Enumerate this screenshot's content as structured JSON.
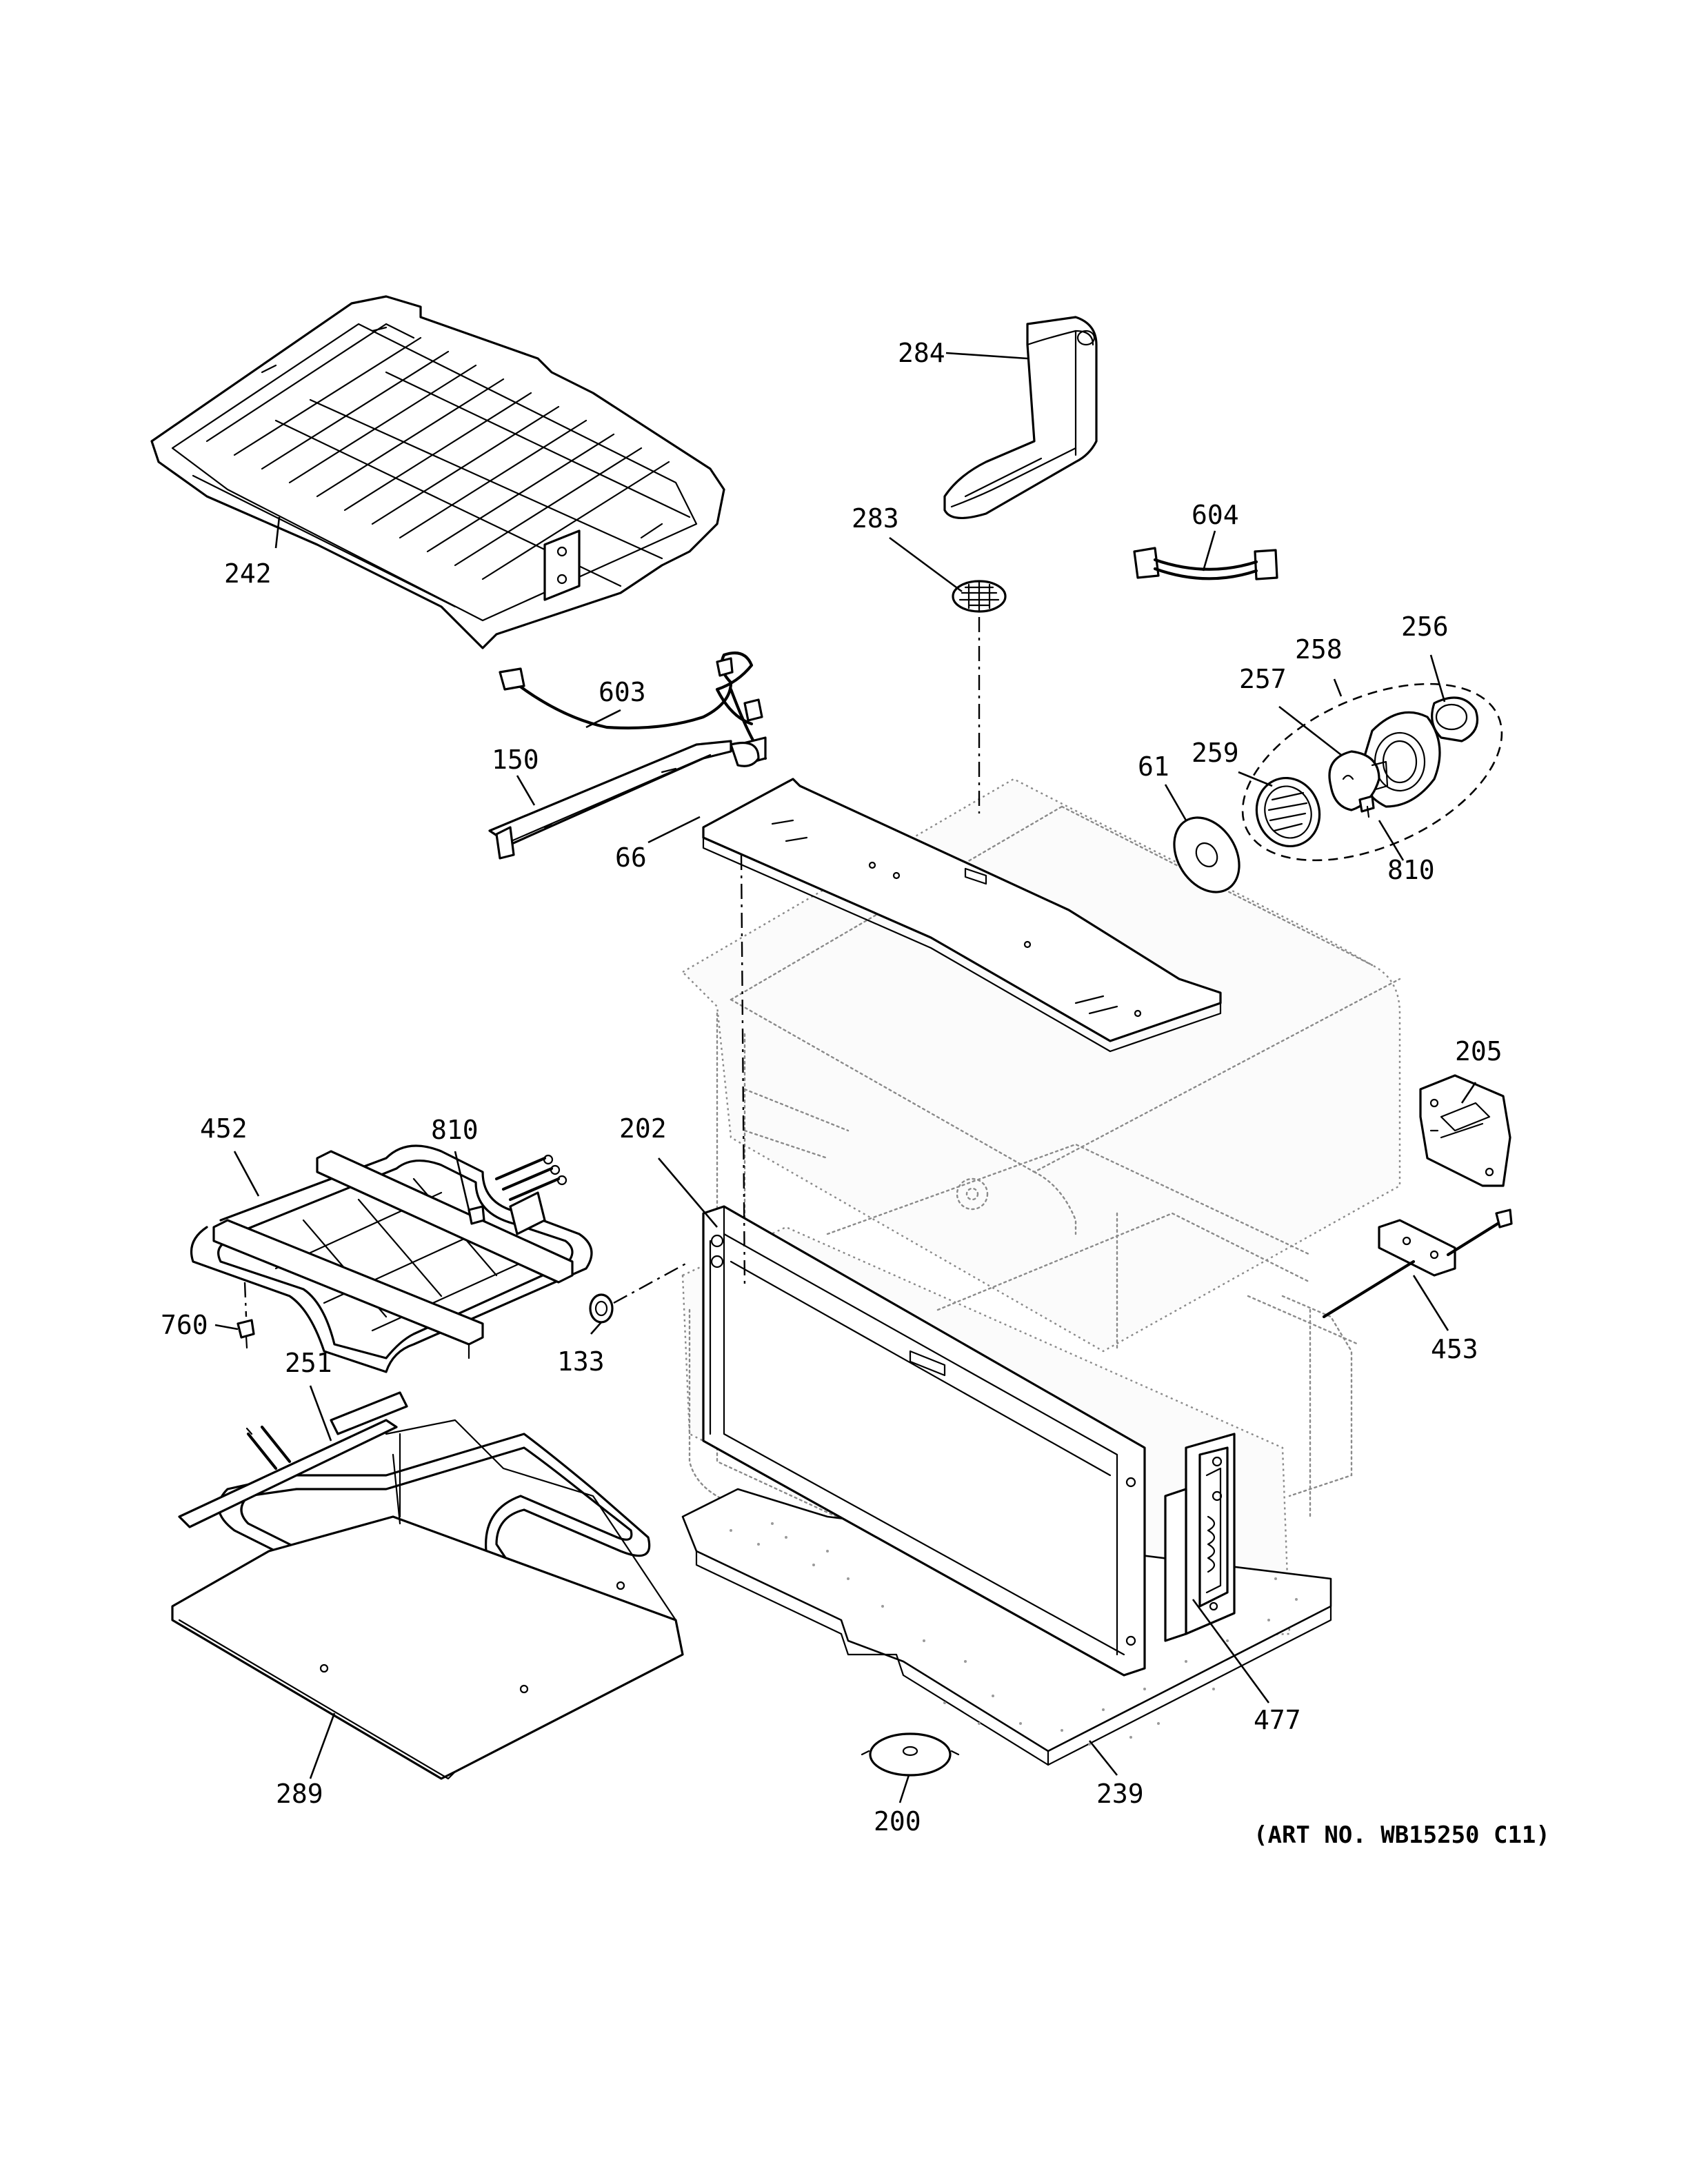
{
  "art_number": "(ART NO. WB15250 C11)",
  "callouts": {
    "p284": "284",
    "p283": "283",
    "p604": "604",
    "p256": "256",
    "p258": "258",
    "p257": "257",
    "p259": "259",
    "p61": "61",
    "p810_top": "810",
    "p242": "242",
    "p603": "603",
    "p150": "150",
    "p66": "66",
    "p205": "205",
    "p452": "452",
    "p810_mid": "810",
    "p202": "202",
    "p760": "760",
    "p133": "133",
    "p453": "453",
    "p251": "251",
    "p477": "477",
    "p289": "289",
    "p239": "239",
    "p200": "200"
  }
}
